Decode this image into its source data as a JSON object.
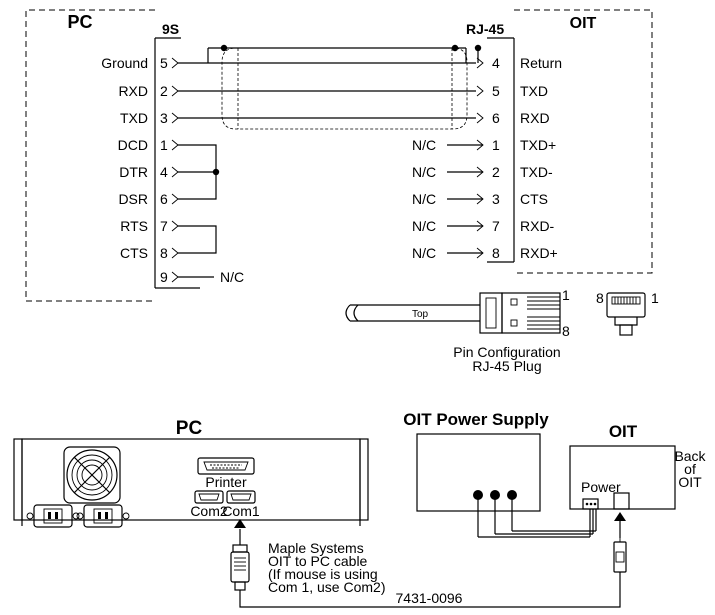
{
  "wiring": {
    "left_title": "PC",
    "left_connector": "9S",
    "right_connector": "RJ-45",
    "right_title": "OIT",
    "pc_signals": [
      "Ground",
      "RXD",
      "TXD",
      "DCD",
      "DTR",
      "DSR",
      "RTS",
      "CTS"
    ],
    "pc_pins": [
      "5",
      "2",
      "3",
      "1",
      "4",
      "6",
      "7",
      "8",
      "9"
    ],
    "pin9_note": "N/C",
    "rj45_pins": [
      "4",
      "5",
      "6",
      "1",
      "2",
      "3",
      "7",
      "8"
    ],
    "oit_signals": [
      "Return",
      "TXD",
      "RXD",
      "TXD+",
      "TXD-",
      "CTS",
      "RXD-",
      "RXD+"
    ],
    "nc_labels": [
      "N/C",
      "N/C",
      "N/C",
      "N/C",
      "N/C"
    ]
  },
  "plug": {
    "cable_label": "Top",
    "pin_1": "1",
    "pin_8": "8",
    "jack_pin_8": "8",
    "jack_pin_1": "1",
    "caption_line1": "Pin Configuration",
    "caption_line2": "RJ-45 Plug"
  },
  "hookup": {
    "pc_title": "PC",
    "printer_label": "Printer",
    "com2_label": "Com2",
    "com1_label": "Com1",
    "power_supply_title": "OIT Power Supply",
    "oit_title": "OIT",
    "power_label": "Power",
    "back_of_oit": [
      "Back",
      "of",
      "OIT"
    ],
    "cable_note": [
      "Maple Systems",
      "OIT to PC cable",
      "(If mouse is using",
      "Com 1, use Com2)"
    ],
    "cable_part_number": "7431-0096"
  }
}
